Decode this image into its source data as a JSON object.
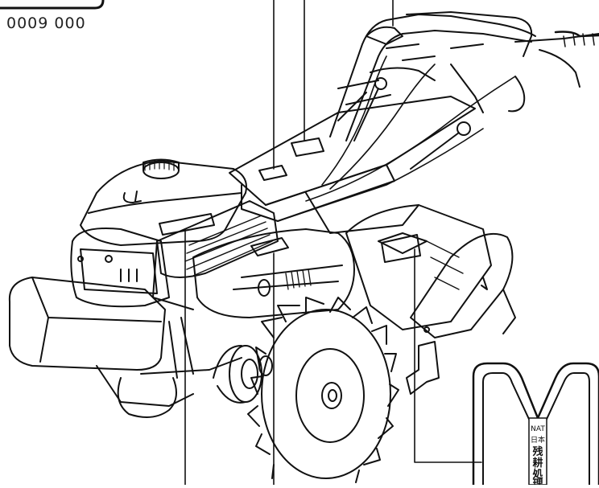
{
  "part_code": "0009 000",
  "sticker_text": {
    "line1": "NAT",
    "line2": "日本",
    "line3": "残",
    "line4": "耕",
    "line5": "処",
    "line6": "理"
  }
}
